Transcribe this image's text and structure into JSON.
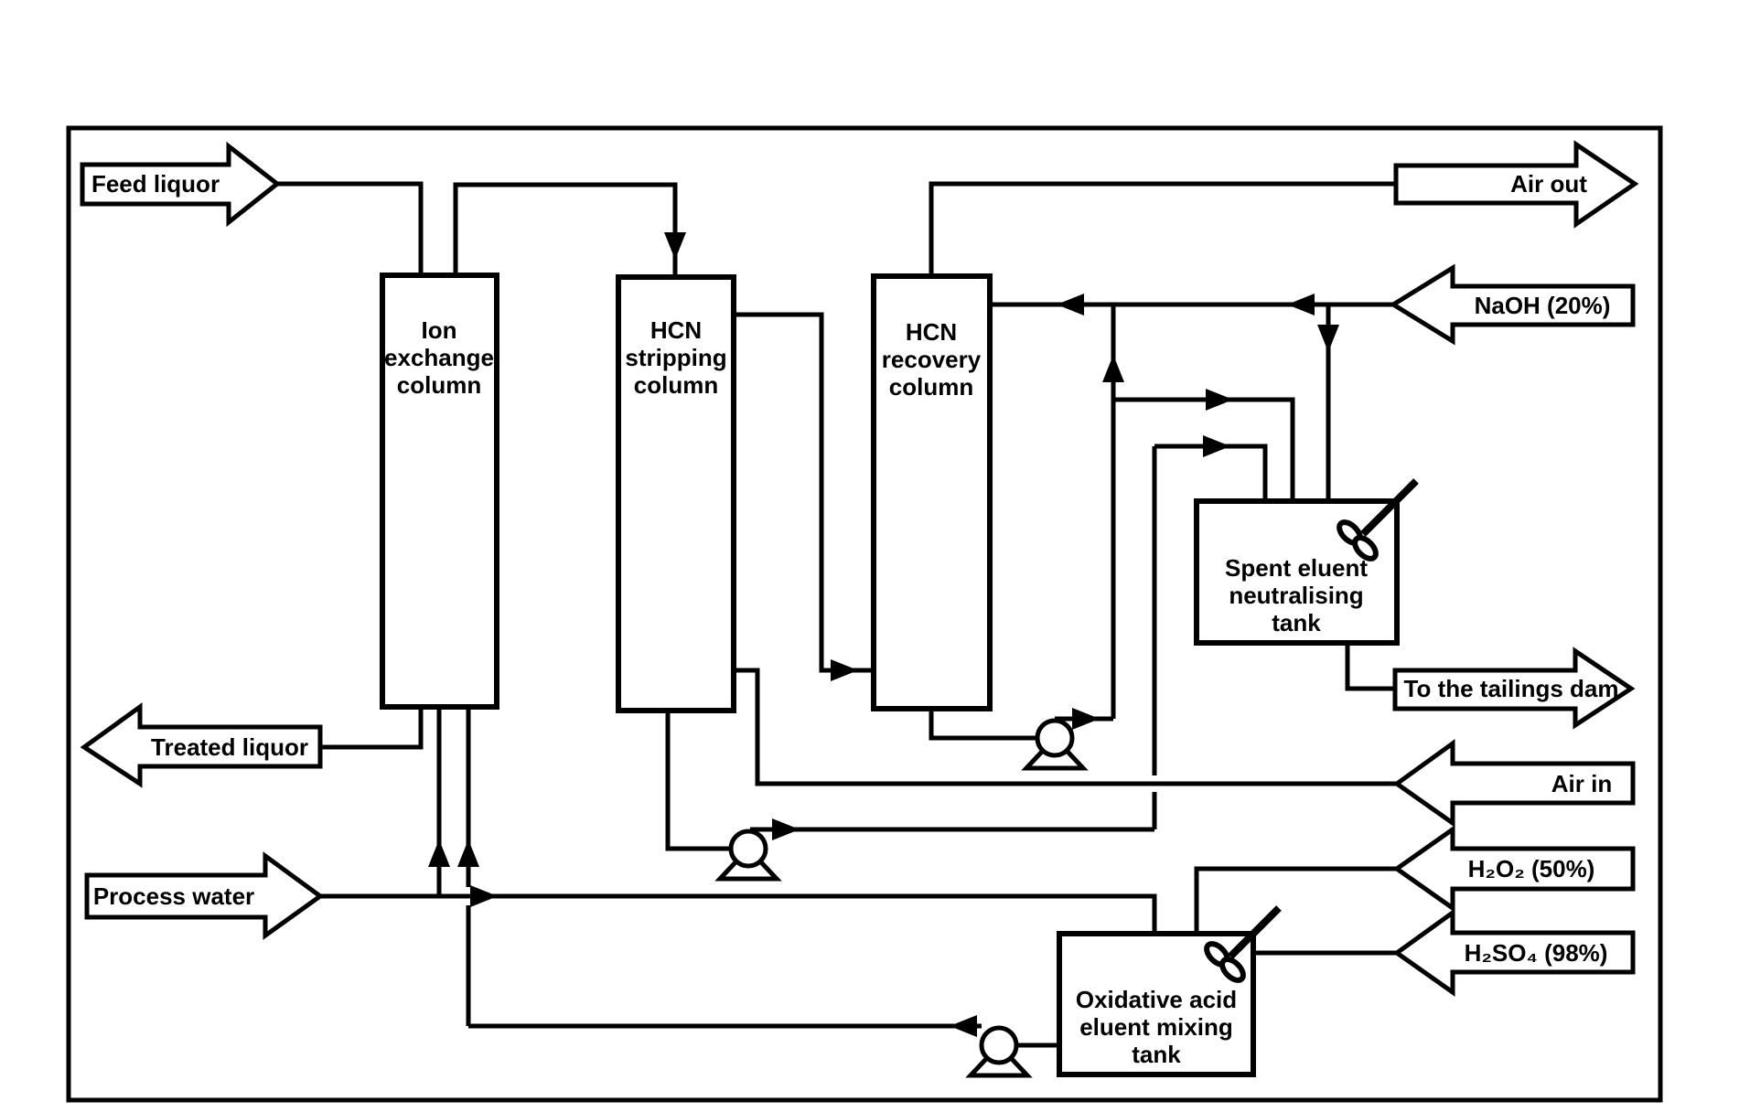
{
  "diagram": {
    "colors": {
      "line": "#000000",
      "background": "#ffffff"
    },
    "columns": {
      "ion_exchange": "Ion\nexchange\ncolumn",
      "hcn_stripping": "HCN\nstripping\ncolumn",
      "hcn_recovery": "HCN\nrecovery\ncolumn"
    },
    "tanks": {
      "spent_eluent": "Spent eluent\nneutralising\ntank",
      "oxidative_acid": "Oxidative acid\neluent mixing\ntank"
    },
    "streams": {
      "feed_liquor": "Feed liquor",
      "treated_liquor": "Treated liquor",
      "process_water": "Process water",
      "air_out": "Air out",
      "naoh": "NaOH (20%)",
      "tailings": "To the tailings dam",
      "air_in": "Air in",
      "h2o2": "H₂O₂ (50%)",
      "h2so4": "H₂SO₄ (98%)"
    }
  }
}
